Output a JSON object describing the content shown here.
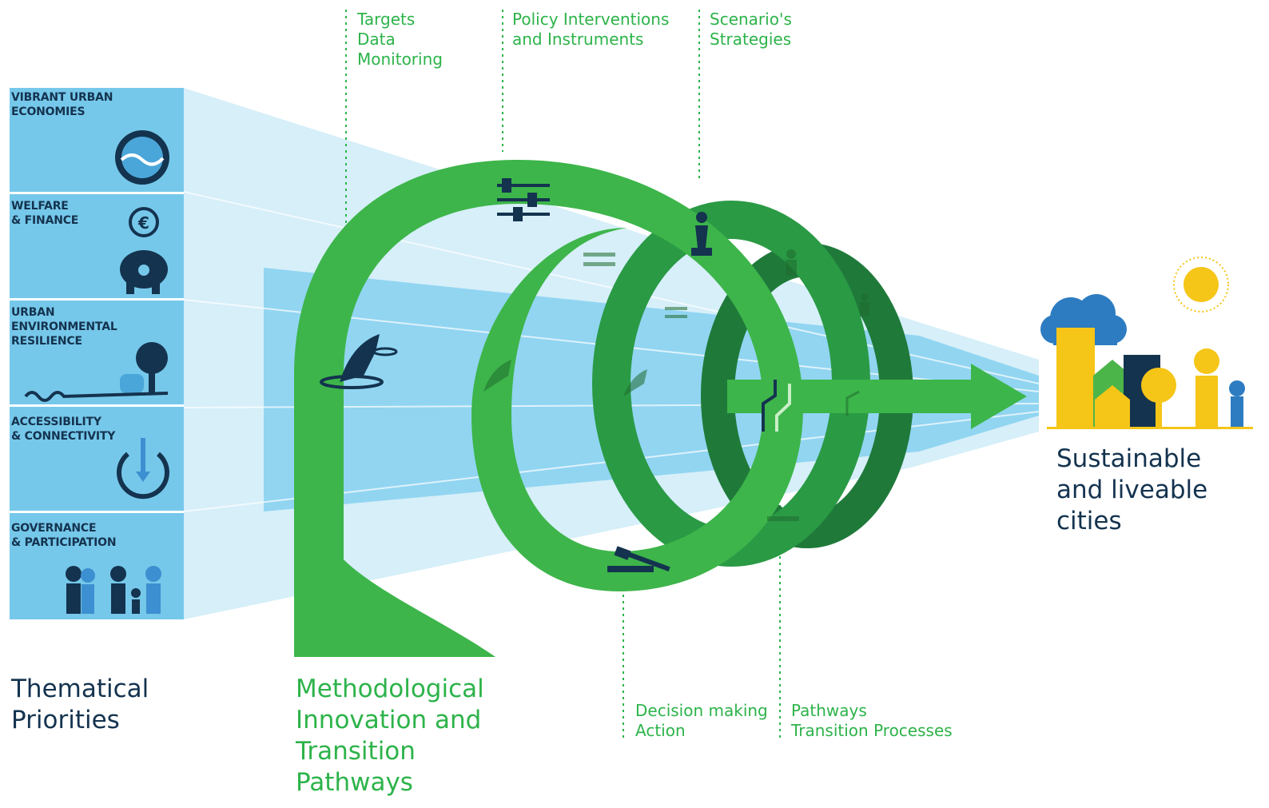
{
  "top_labels": {
    "targets": [
      "Targets",
      "Data",
      "Monitoring"
    ],
    "policy": [
      "Policy Interventions",
      "and Instruments"
    ],
    "scenarios": [
      "Scenario's",
      "Strategies"
    ]
  },
  "bottom_labels": {
    "decision": [
      "Decision making",
      "Action"
    ],
    "pathways": [
      "Pathways",
      "Transition Processes"
    ]
  },
  "priorities": [
    {
      "lines": [
        "VIBRANT URBAN",
        "ECONOMIES"
      ],
      "icon": "economy-icon"
    },
    {
      "lines": [
        "WELFARE",
        "& FINANCE"
      ],
      "icon": "piggy-bank-icon"
    },
    {
      "lines": [
        "URBAN",
        "ENVIRONMENTAL",
        "RESILIENCE"
      ],
      "icon": "tree-icon"
    },
    {
      "lines": [
        "ACCESSIBILITY",
        "& CONNECTIVITY"
      ],
      "icon": "power-icon"
    },
    {
      "lines": [
        "GOVERNANCE",
        "& PARTICIPATION"
      ],
      "icon": "people-icon"
    }
  ],
  "titles": {
    "thematical": [
      "Thematical",
      "Priorities"
    ],
    "methodological": [
      "Methodological",
      "Innovation and",
      "Transition",
      "Pathways"
    ],
    "sustainable": [
      "Sustainable",
      "and liveable",
      "cities"
    ]
  },
  "colors": {
    "panel": "#76c8ea",
    "panel_dark": "#14334f",
    "ribbon_light": "#3db54a",
    "ribbon_mid": "#2a9a45",
    "ribbon_dark": "#1f7a3a",
    "beam": "#8dd3f0",
    "arrow": "#3cb54a",
    "city_yellow": "#f5c518",
    "city_blue": "#2d7cc1"
  }
}
